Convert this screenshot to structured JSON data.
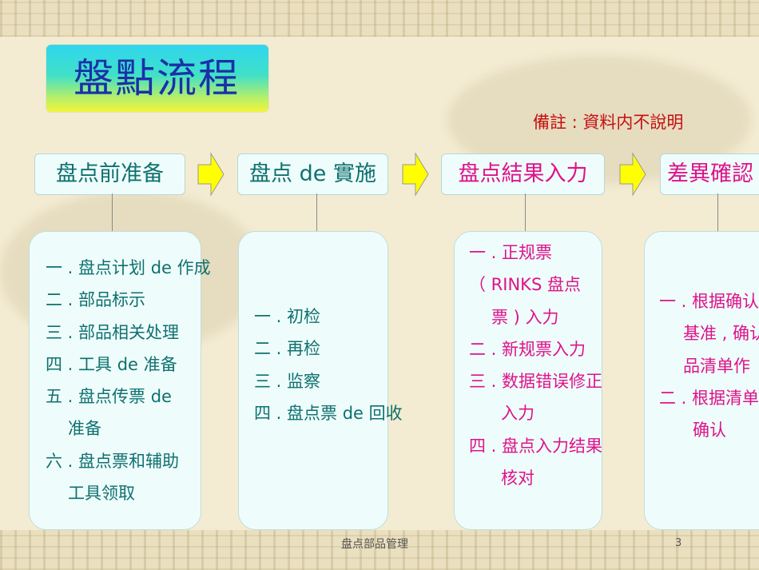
{
  "slide": {
    "title": "盤點流程",
    "note": "備註 : 資料内不說明",
    "footer": "盘点部品管理",
    "page_number": "3"
  },
  "steps": [
    {
      "heading": "盘点前准备",
      "items": [
        "一 . 盘点计划 de 作成",
        "二 . 部品标示",
        "三 . 部品相关处理",
        "四 . 工具 de 准备",
        "五 . 盘点传票 de",
        "准备",
        "六 . 盘点票和辅助",
        "工具领取"
      ]
    },
    {
      "heading": "盘点 de 實施",
      "items": [
        "一 . 初检",
        "二 . 再检",
        "三 . 监察",
        "四 . 盘点票 de 回收"
      ]
    },
    {
      "heading": "盘点結果入力",
      "items": [
        "一 . 正规票",
        "（ RINKS 盘点",
        "票 ) 入力",
        "二 . 新规票入力",
        "三 . 数据错误修正",
        "入力",
        "四 . 盘点入力结果",
        "核对"
      ]
    },
    {
      "heading": "差異確認",
      "items": [
        "一 . 根据确认",
        "基准 , 确认",
        "品清单作",
        "二 . 根据清单",
        "确认"
      ]
    }
  ],
  "colors": {
    "title_text": "#1c2fa8",
    "note_text": "#c41010",
    "teal_text": "#0f7070",
    "pink_text": "#e0128a",
    "arrow_fill": "#ffff00"
  },
  "icons": [
    "right-arrow-icon"
  ]
}
